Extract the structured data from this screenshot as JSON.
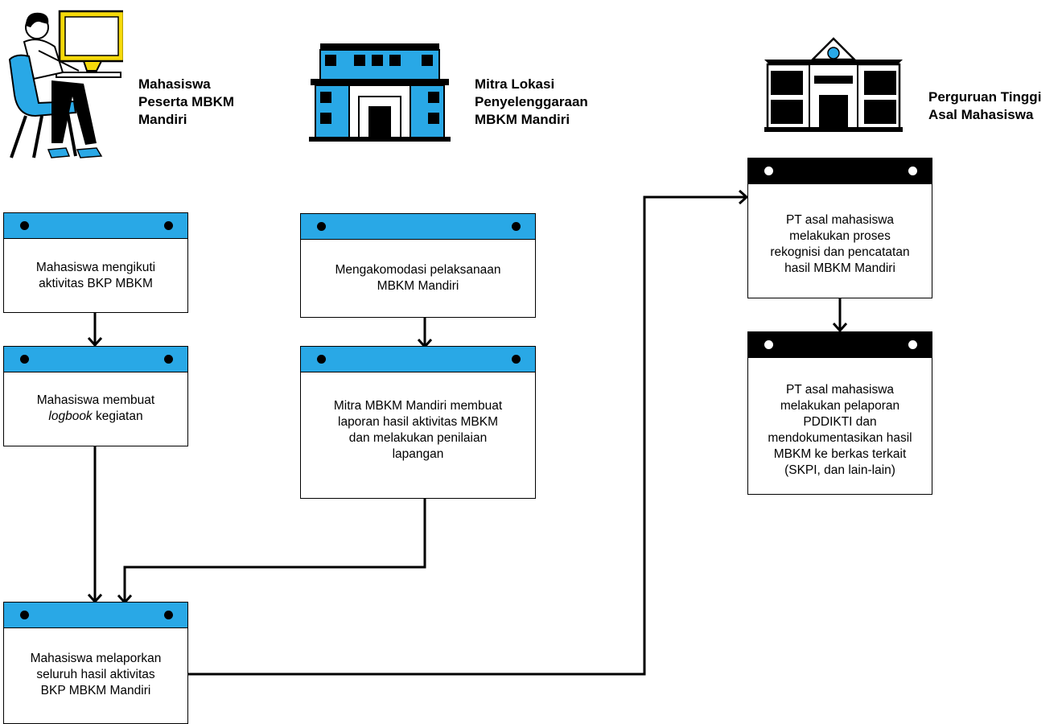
{
  "actors": {
    "student": {
      "title": "Mahasiswa\nPeserta MBKM\nMandiri",
      "icon": "student-at-computer-icon"
    },
    "partner": {
      "title": "Mitra Lokasi\nPenyelenggaraan\nMBKM Mandiri",
      "icon": "partner-building-icon"
    },
    "university": {
      "title": "Perguruan Tinggi\nAsal Mahasiswa",
      "icon": "university-building-icon"
    }
  },
  "steps": {
    "s1": "Mahasiswa mengikuti\naktivitas BKP MBKM",
    "s2_italic": "logbook",
    "s2_pre": "Mahasiswa membuat\n",
    "s2_post": " kegiatan",
    "s3": "Mahasiswa melaporkan\nseluruh hasil aktivitas\nBKP MBKM Mandiri",
    "m1": "Mengakomodasi pelaksanaan\nMBKM Mandiri",
    "m2": "Mitra MBKM Mandiri membuat\nlaporan hasil aktivitas MBKM\ndan melakukan penilaian\nlapangan",
    "p1": "PT asal mahasiswa\nmelakukan proses\nrekognisi dan pencatatan\nhasil MBKM Mandiri",
    "p2": "PT asal mahasiswa\nmelakukan pelaporan\nPDDIKTI dan\nmendokumentasikan hasil\nMBKM ke berkas terkait\n(SKPI, dan lain-lain)"
  },
  "colors": {
    "accent_blue": "#29a8e6",
    "black": "#000000",
    "monitor_yellow": "#f5d90a"
  }
}
